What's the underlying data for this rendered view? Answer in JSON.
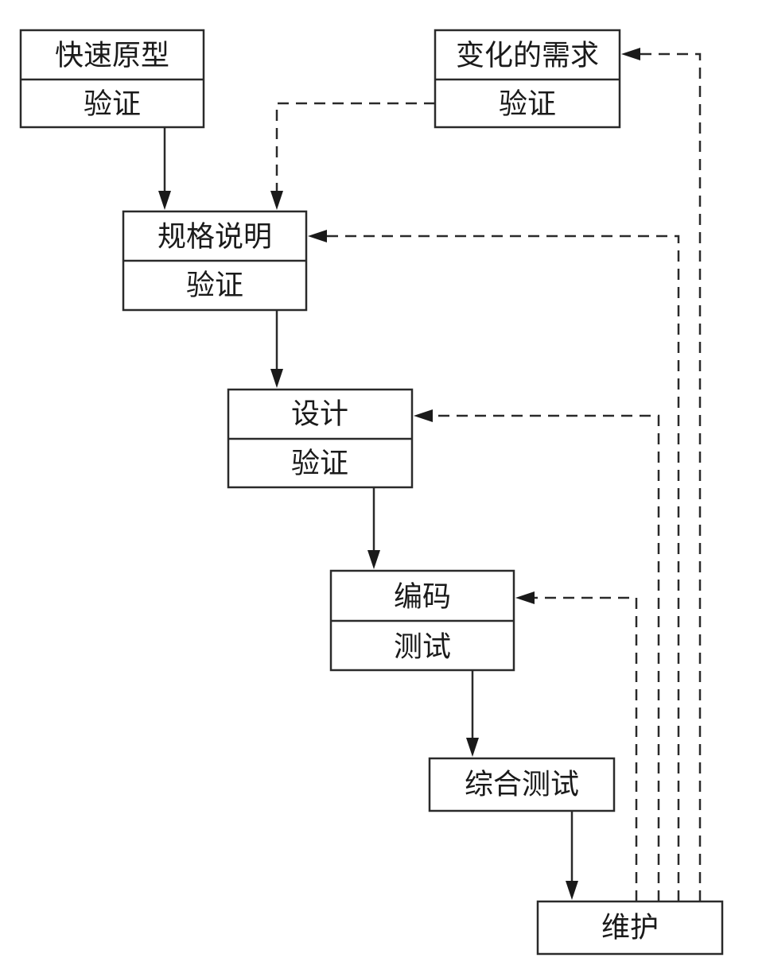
{
  "nodes": {
    "rapid_prototype": {
      "title": "快速原型",
      "sub": "验证"
    },
    "changing_requirements": {
      "title": "变化的需求",
      "sub": "验证"
    },
    "specification": {
      "title": "规格说明",
      "sub": "验证"
    },
    "design": {
      "title": "设计",
      "sub": "验证"
    },
    "coding": {
      "title": "编码",
      "sub": "测试"
    },
    "integration_testing": {
      "title": "综合测试"
    },
    "maintenance": {
      "title": "维护"
    }
  }
}
